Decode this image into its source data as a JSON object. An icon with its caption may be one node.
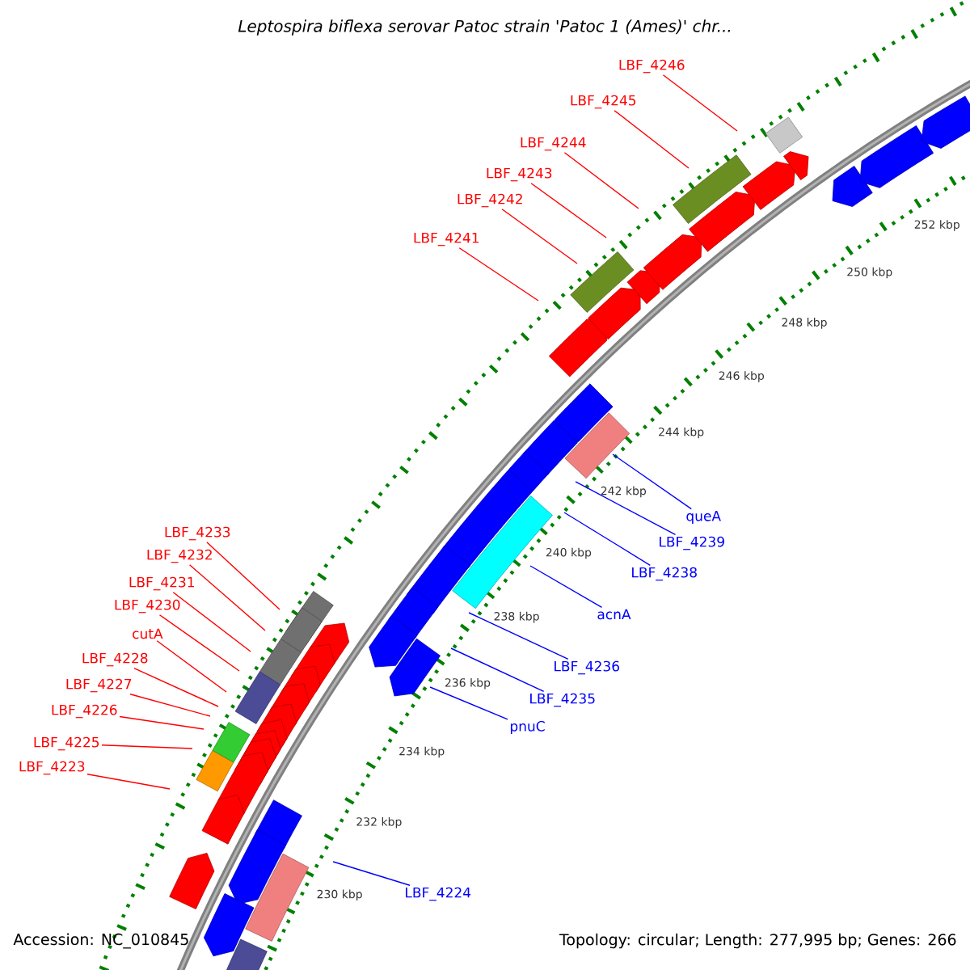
{
  "diagram": {
    "title": "Leptospira biflexa serovar Patoc strain 'Patoc 1 (Ames)' chr...",
    "nodes": [
      {
        "text": [
          "LBF_4246"
        ]
      },
      {
        "text": [
          "LBF_4245"
        ]
      },
      {
        "text": [
          "LBF_4244"
        ]
      },
      {
        "text": [
          "LBF_4243"
        ]
      },
      {
        "text": [
          "LBF_4242"
        ]
      },
      {
        "text": [
          "LBF_4241"
        ]
      },
      {
        "text": [
          "LBF_4233"
        ]
      },
      {
        "text": [
          "LBF_4232"
        ]
      },
      {
        "text": [
          "LBF_4231"
        ]
      },
      {
        "text": [
          "LBF_4230"
        ]
      },
      {
        "text": [
          "cutA"
        ]
      },
      {
        "text": [
          "LBF_4228"
        ]
      },
      {
        "text": [
          "LBF_4227"
        ]
      },
      {
        "text": [
          "LBF_4226"
        ]
      },
      {
        "text": [
          "LBF_4225"
        ]
      },
      {
        "text": [
          "LBF_4223"
        ]
      },
      {
        "text": [
          "queA"
        ]
      },
      {
        "text": [
          "LBF_4239"
        ]
      },
      {
        "text": [
          "LBF_4238"
        ]
      },
      {
        "text": [
          "acnA"
        ]
      },
      {
        "text": [
          "LBF_4236"
        ]
      },
      {
        "text": [
          "LBF_4235"
        ]
      },
      {
        "text": [
          "pnuC"
        ]
      },
      {
        "text": [
          "LBF_4224"
        ]
      }
    ],
    "edges": [
      {
        "from": 0,
        "to": null,
        "arrow": "none"
      },
      {
        "from": 1,
        "to": null,
        "arrow": "none"
      },
      {
        "from": 2,
        "to": null,
        "arrow": "none"
      },
      {
        "from": 3,
        "to": null,
        "arrow": "none"
      },
      {
        "from": 4,
        "to": null,
        "arrow": "none"
      },
      {
        "from": 5,
        "to": null,
        "arrow": "none"
      },
      {
        "from": 6,
        "to": null,
        "arrow": "none"
      },
      {
        "from": 7,
        "to": null,
        "arrow": "none"
      },
      {
        "from": 8,
        "to": null,
        "arrow": "none"
      },
      {
        "from": 9,
        "to": null,
        "arrow": "none"
      },
      {
        "from": 10,
        "to": null,
        "arrow": "none"
      },
      {
        "from": 11,
        "to": null,
        "arrow": "none"
      },
      {
        "from": 12,
        "to": null,
        "arrow": "none"
      },
      {
        "from": 13,
        "to": null,
        "arrow": "none"
      },
      {
        "from": 14,
        "to": null,
        "arrow": "none"
      },
      {
        "from": 15,
        "to": null,
        "arrow": "none"
      },
      {
        "from": 16,
        "to": null,
        "arrow": "none",
        "color": "#0000ff"
      },
      {
        "from": 17,
        "to": null,
        "arrow": "none",
        "color": "#0000ff"
      },
      {
        "from": 18,
        "to": null,
        "arrow": "none",
        "color": "#0000ff"
      },
      {
        "from": 19,
        "to": null,
        "arrow": "none",
        "color": "#0000ff"
      },
      {
        "from": 20,
        "to": null,
        "arrow": "none",
        "color": "#0000ff"
      },
      {
        "from": 21,
        "to": null,
        "arrow": "none",
        "color": "#0000ff"
      },
      {
        "from": 22,
        "to": null,
        "arrow": "none",
        "color": "#0000ff"
      },
      {
        "from": 23,
        "to": null,
        "arrow": "none",
        "color": "#0000ff"
      }
    ],
    "labels": [
      "252 kbp",
      "250 kbp",
      "248 kbp",
      "246 kbp",
      "244 kbp",
      "242 kbp",
      "240 kbp",
      "238 kbp",
      "236 kbp",
      "234 kbp",
      "232 kbp",
      "230 kbp",
      "Accession: NC_010845",
      "Topology: circular; Length: 277,995 bp; Genes: 266"
    ]
  }
}
